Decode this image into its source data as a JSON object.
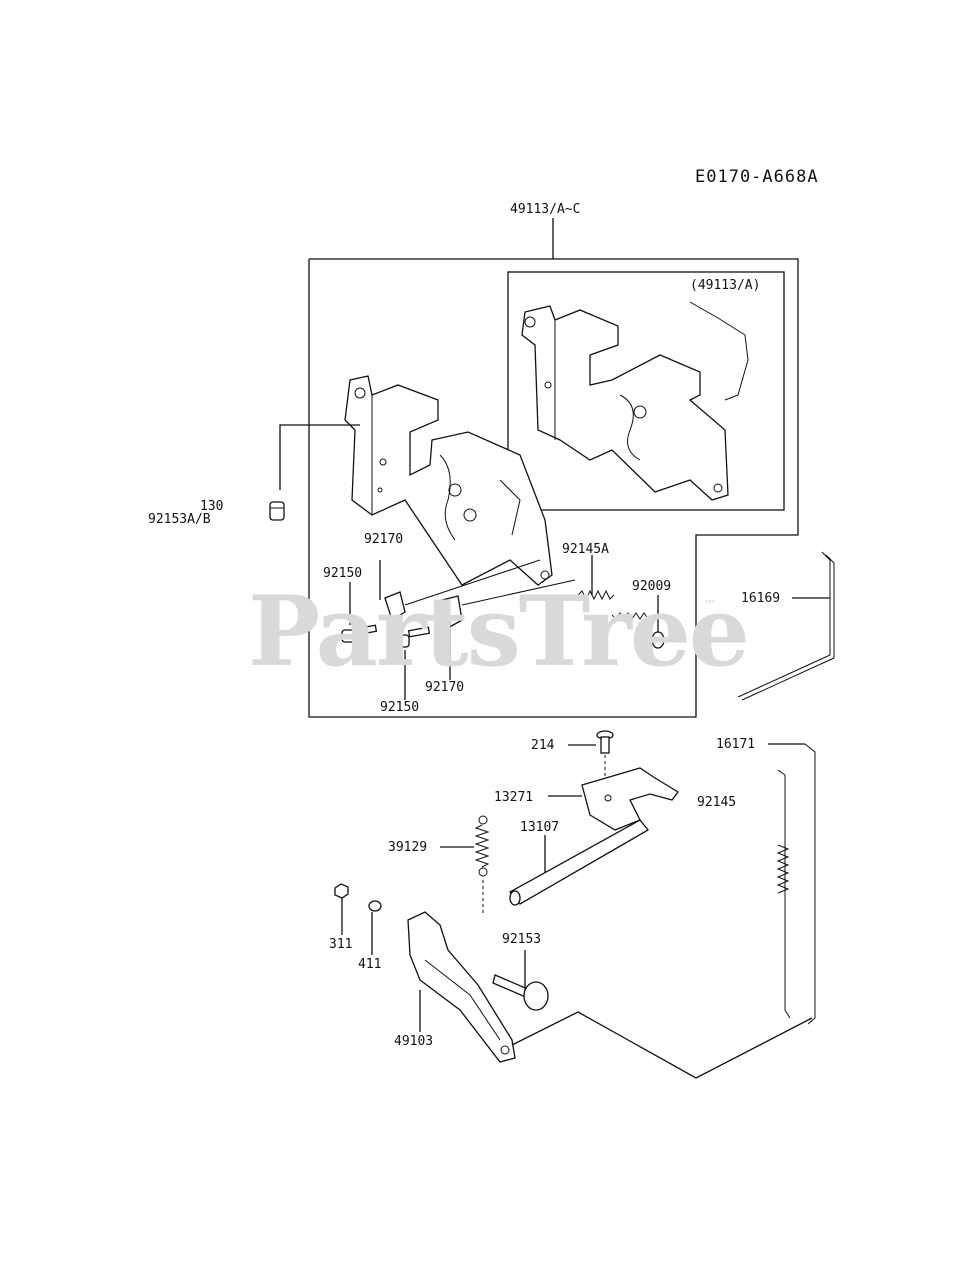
{
  "diagram": {
    "code": "E0170-A668A",
    "watermark": "PartsTree",
    "trademark": "™",
    "labels": {
      "assembly": "49113/A~C",
      "inset_assembly": "(49113/A)",
      "p130": "130",
      "p92153ab": "92153A/B",
      "p92170_top": "92170",
      "p92150_left": "92150",
      "p92145a": "92145A",
      "p92009": "92009",
      "p92170_bottom": "92170",
      "p92150_bottom": "92150",
      "p16169": "16169",
      "p214": "214",
      "p16171": "16171",
      "p13271": "13271",
      "p92145": "92145",
      "p39129": "39129",
      "p13107": "13107",
      "p311": "311",
      "p411": "411",
      "p92153": "92153",
      "p49103": "49103"
    }
  }
}
